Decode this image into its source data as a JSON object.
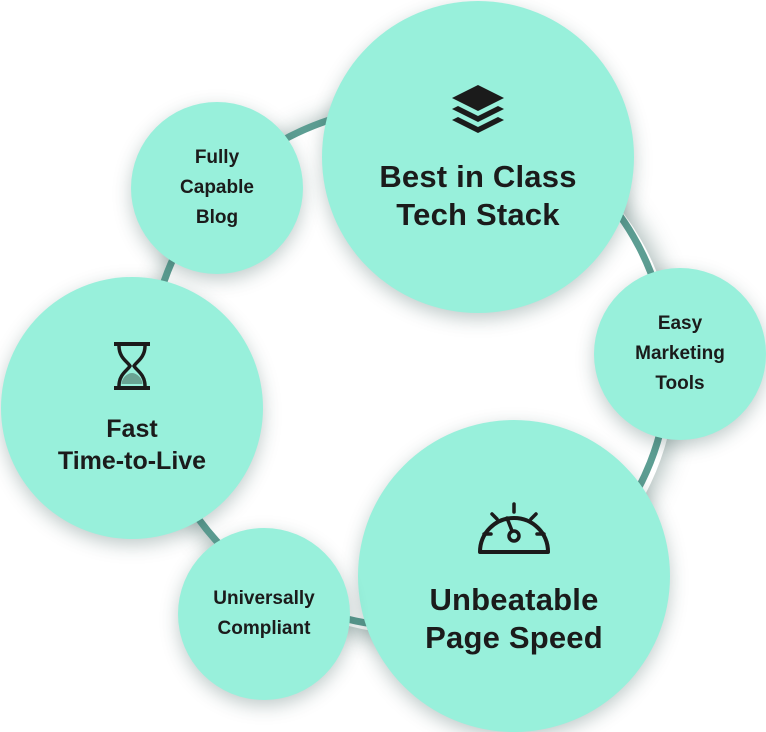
{
  "diagram": {
    "colors": {
      "bubble_fill": "#98f0db",
      "ring": "#5d9e93",
      "text": "#1b1b1b",
      "hourglass_sand": "#6aa393"
    },
    "bubbles": {
      "tech_stack": {
        "icon": "stacked-layers-icon",
        "line1": "Best in Class",
        "line2": "Tech Stack"
      },
      "blog": {
        "line1": "Fully",
        "line2": "Capable",
        "line3": "Blog"
      },
      "marketing": {
        "line1": "Easy",
        "line2": "Marketing",
        "line3": "Tools"
      },
      "time_to_live": {
        "icon": "hourglass-icon",
        "line1": "Fast",
        "line2": "Time-to-Live"
      },
      "page_speed": {
        "icon": "speedometer-icon",
        "line1": "Unbeatable",
        "line2": "Page Speed"
      },
      "compliant": {
        "line1": "Universally",
        "line2": "Compliant"
      }
    }
  }
}
